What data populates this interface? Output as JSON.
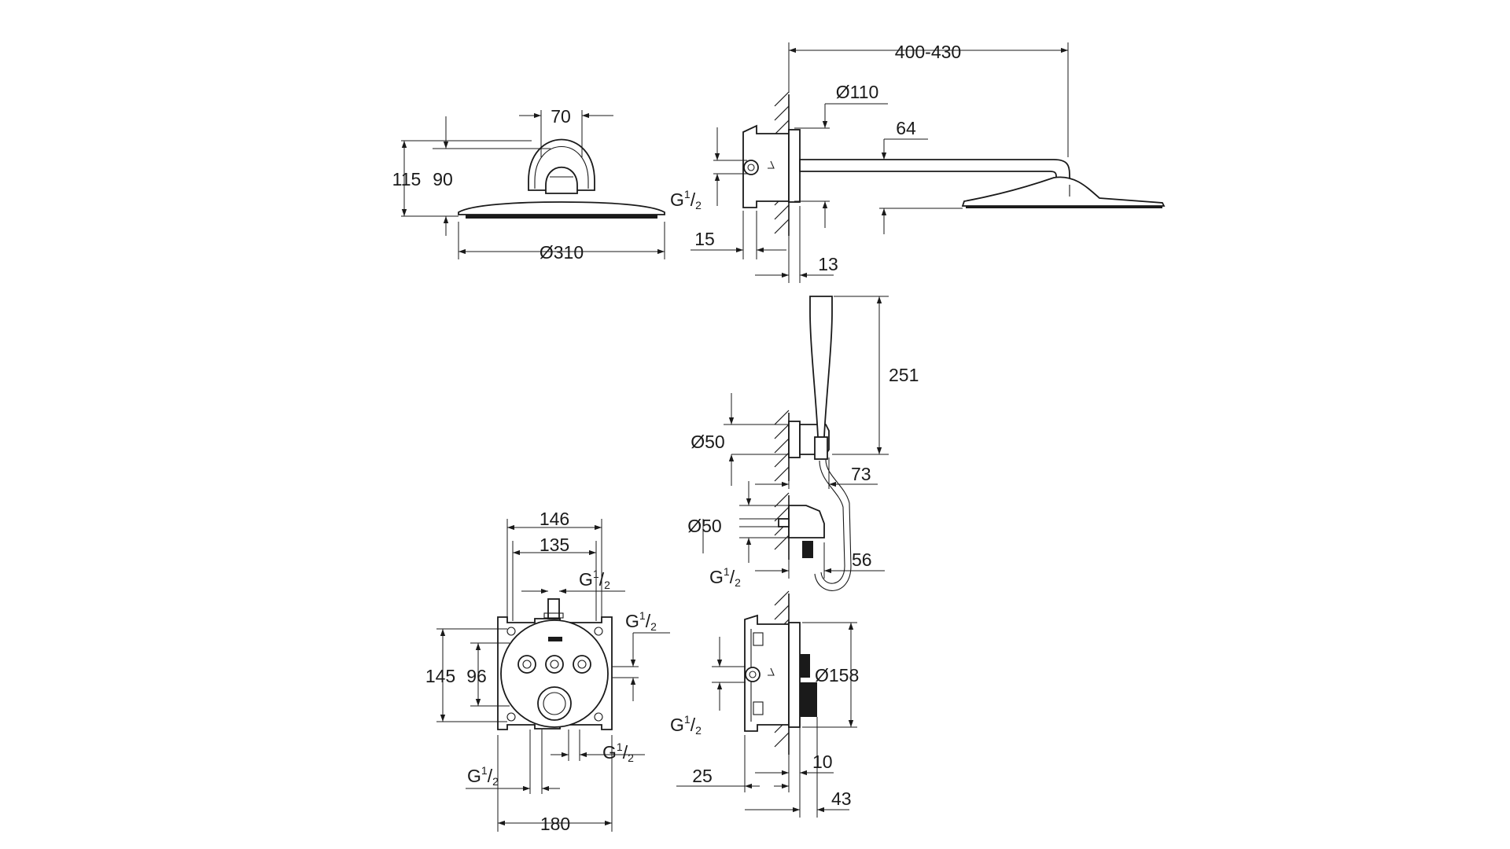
{
  "views": {
    "head_front": {
      "width_70": "70",
      "height_115": "115",
      "height_90": "90",
      "diameter_310": "Ø310"
    },
    "head_side": {
      "projection": "400-430",
      "flange_diameter": "Ø110",
      "head_height": "64",
      "thread": {
        "main": "G",
        "sup": "1",
        "sub": "2"
      },
      "wall_offset_15": "15",
      "plate_13": "13"
    },
    "hand_shower": {
      "length": "251",
      "holder_diameter": "Ø50",
      "holder_depth": "73",
      "outlet_diameter": "Ø50",
      "outlet_depth": "56",
      "thread": {
        "main": "G",
        "sup": "1",
        "sub": "2"
      }
    },
    "thermostat_front": {
      "width_146": "146",
      "width_135": "135",
      "height_145": "145",
      "height_96": "96",
      "width_180": "180",
      "thread_top": {
        "main": "G",
        "sup": "1",
        "sub": "2"
      },
      "thread_right": {
        "main": "G",
        "sup": "1",
        "sub": "2"
      },
      "thread_bottom_left": {
        "main": "G",
        "sup": "1",
        "sub": "2"
      },
      "thread_bottom_right": {
        "main": "G",
        "sup": "1",
        "sub": "2"
      }
    },
    "thermostat_side": {
      "plate_diameter": "Ø158",
      "thread": {
        "main": "G",
        "sup": "1",
        "sub": "2"
      },
      "wall_25": "25",
      "plate_10": "10",
      "depth_43": "43"
    }
  }
}
